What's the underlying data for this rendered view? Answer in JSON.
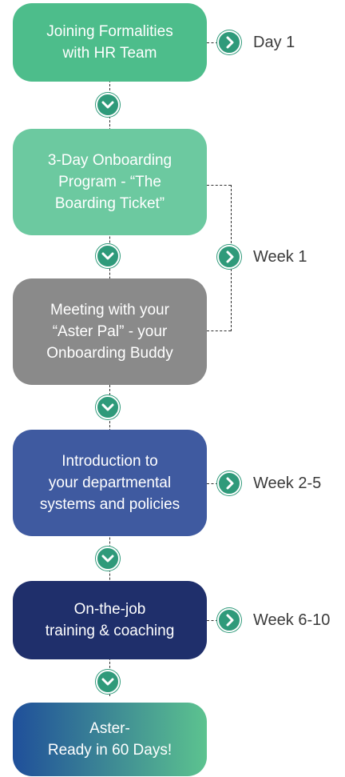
{
  "steps": [
    {
      "label": "Joining Formalities\nwith HR Team",
      "color": "#4dbd8b"
    },
    {
      "label": "3-Day Onboarding\nProgram - “The\nBoarding Ticket”",
      "color": "#6cc9a0"
    },
    {
      "label": "Meeting with your\n“Aster Pal” - your\nOnboarding Buddy",
      "color": "#8a8a8a"
    },
    {
      "label": "Introduction to\nyour departmental\nsystems and policies",
      "color": "#3f5aa0"
    },
    {
      "label": "On-the-job\ntraining & coaching",
      "color": "#1f2f6b"
    },
    {
      "label": "Aster-\nReady in 60 Days!",
      "color_start": "#1f4f9a",
      "color_end": "#5cc38f"
    }
  ],
  "timings": [
    {
      "label": "Day 1"
    },
    {
      "label": "Week 1"
    },
    {
      "label": "Week 2-5"
    },
    {
      "label": "Week 6-10"
    }
  ],
  "icons": {
    "down": "chevron-down-icon",
    "right": "play-right-icon",
    "accent": "#2f9a7a"
  }
}
